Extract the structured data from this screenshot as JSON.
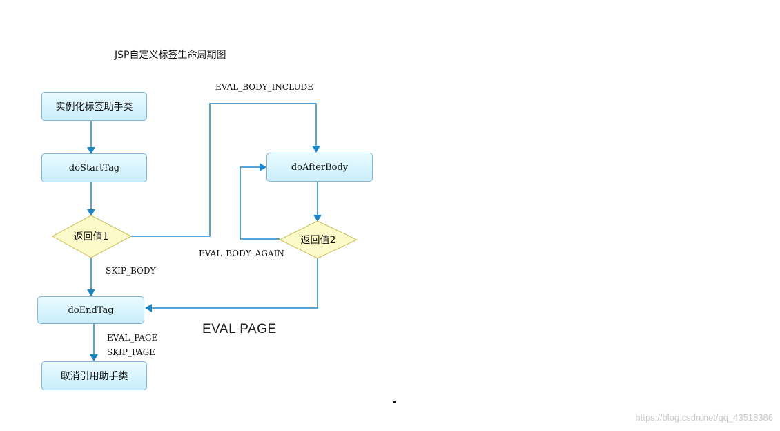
{
  "title": "JSP自定义标签生命周期图",
  "nodes": {
    "instantiate": "实例化标签助手类",
    "do_start_tag": "doStartTag",
    "return_value_1": "返回值1",
    "do_after_body": "doAfterBody",
    "return_value_2": "返回值2",
    "do_end_tag": "doEndTag",
    "release": "取消引用助手类"
  },
  "edge_labels": {
    "eval_body_include": "EVAL_BODY_INCLUDE",
    "skip_body": "SKIP_BODY",
    "eval_body_again": "EVAL_BODY_AGAIN",
    "eval_page_large": "EVAL PAGE",
    "eval_page": "EVAL_PAGE",
    "skip_page": "SKIP_PAGE"
  },
  "watermark": "https://blog.csdn.net/qq_43518386",
  "colors": {
    "connector": "#1f86c6",
    "box_border": "#7fb3e0",
    "diamond_fill": "#fbfac8",
    "diamond_border": "#c8bf5a"
  }
}
